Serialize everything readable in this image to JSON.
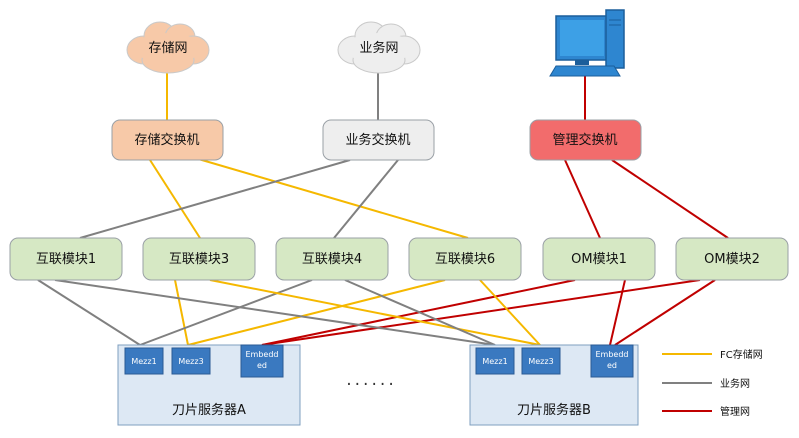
{
  "clouds": {
    "storage_net": "存储网",
    "business_net": "业务网"
  },
  "switches": {
    "storage": "存储交换机",
    "business": "业务交换机",
    "management": "管理交换机"
  },
  "modules": {
    "ic1": "互联模块1",
    "ic3": "互联模块3",
    "ic4": "互联模块4",
    "ic6": "互联模块6",
    "om1": "OM模块1",
    "om2": "OM模块2"
  },
  "servers": {
    "a": {
      "name": "刀片服务器A",
      "mezz1": "Mezz1",
      "mezz3": "Mezz3",
      "embedded_line1": "Embedd",
      "embedded_line2": "ed"
    },
    "b": {
      "name": "刀片服务器B",
      "mezz1": "Mezz1",
      "mezz3": "Mezz3",
      "embedded_line1": "Embedd",
      "embedded_line2": "ed"
    }
  },
  "ellipsis": "......",
  "legend": {
    "fc": "FC存储网",
    "business": "业务网",
    "management": "管理网"
  },
  "colors": {
    "fc_line": "#f5b800",
    "business_line": "#808080",
    "management_line": "#c00000",
    "module_fill": "#d6e8c4",
    "storage_switch_fill": "#f7c9a8",
    "business_switch_fill": "#eeeeee",
    "management_switch_fill": "#f26c6c",
    "server_fill": "#dde8f4",
    "port_fill": "#3a79c0"
  }
}
